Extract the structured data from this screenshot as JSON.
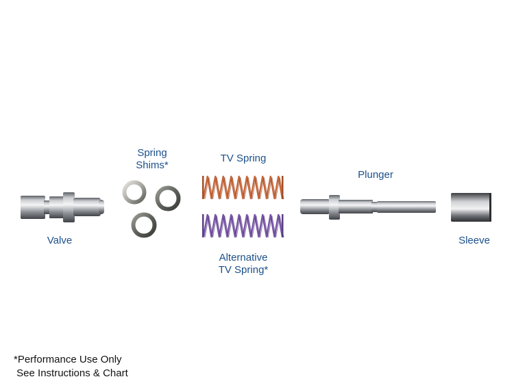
{
  "labels": {
    "valve": "Valve",
    "spring_shims_line1": "Spring",
    "spring_shims_line2": "Shims*",
    "tv_spring": "TV Spring",
    "alternative_line1": "Alternative",
    "alternative_line2": "TV Spring*",
    "plunger": "Plunger",
    "sleeve": "Sleeve"
  },
  "footnote": {
    "line1": "*Performance Use Only",
    "line2": " See Instructions & Chart"
  },
  "colors": {
    "label_text": "#1b4f8a",
    "tv_spring": "#c8683a",
    "alternative_spring": "#7a55a8",
    "metal": "#9a9ea3"
  }
}
